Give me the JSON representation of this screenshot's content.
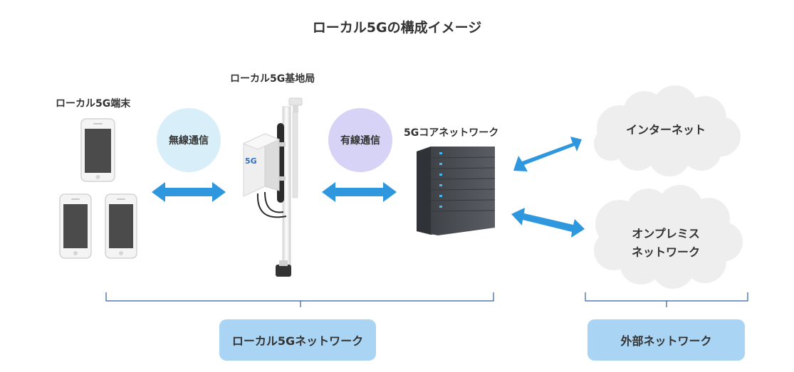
{
  "title": "ローカル5Gの構成イメージ",
  "labels": {
    "terminal": "ローカル5G端末",
    "base_station": "ローカル5G基地局",
    "core_network": "5Gコアネットワーク",
    "antenna_badge": "5G"
  },
  "bubbles": {
    "wireless": "無線通信",
    "wired": "有線通信"
  },
  "clouds": {
    "internet": "インターネット",
    "onprem_line1": "オンプレミス",
    "onprem_line2": "ネットワーク"
  },
  "groups": {
    "local": "ローカル5Gネットワーク",
    "external": "外部ネットワーク"
  },
  "colors": {
    "arrow": "#2f97de",
    "bubble_wireless": "#d8eff9",
    "bubble_wired": "#d7d3f7",
    "pill": "#a9d4f3",
    "cloud": "#eeeeee",
    "bracket": "#2e5fa8"
  }
}
